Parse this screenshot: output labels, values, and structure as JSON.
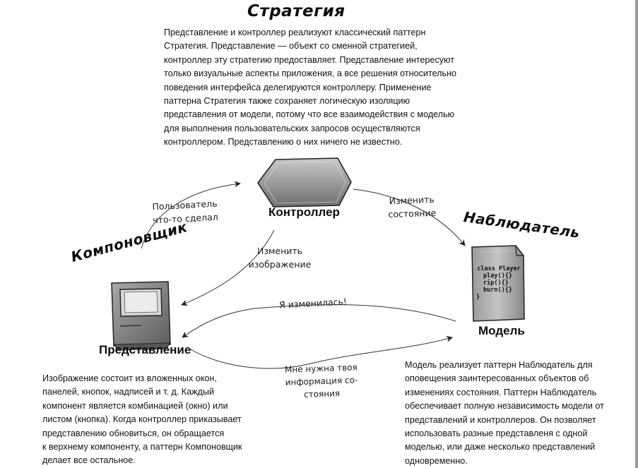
{
  "strategy": {
    "title": "Стратегия",
    "text": "Представление и контроллер реализуют классический паттерн\nСтратегия. Представление — объект со сменной стратегией,\nконтроллер эту стратегию предоставляет. Представление интересуют\nтолько визуальные аспекты приложения, а все решения относительно\nповедения интерфейса делегируются контроллеру. Применение\nпаттерна Стратегия также сохраняет логическую изоляцию\nпредставления от модели, потому что все взаимодействия с моделью\nдля выполнения пользовательских запросов осуществляются\nконтроллером. Представлению о них ничего не известно."
  },
  "composite": {
    "title": "Компоновщик",
    "text": "Изображение состоит из вложенных окон,\nпанелей, кнопок, надписей и т. д. Каждый\nкомпонент является комбинацией (окно) или\nлистом (кнопка). Когда контроллер приказывает\nпредставлению обновиться, он обращается\nк верхнему компоненту, а паттерн Компоновщик\nделает все остальное."
  },
  "observer": {
    "title": "Наблюдатель",
    "text": "Модель реализует паттерн Наблюдатель для\nоповещения заинтересованных объектов об\nизменениях состояния. Паттерн Наблюдатель\nобеспечивает полную независимость модели от\nпредставлений и контроллеров. Он позволяет\nиспользовать разные представленя с одной\nмоделью, или даже несколько представлений\nодновременно."
  },
  "nodes": {
    "controller": "Контроллер",
    "view": "Представление",
    "model": "Модель"
  },
  "code": {
    "line1": "class Player",
    "line2": "play(){}",
    "line3": "rip(){}",
    "line4": "burn(){}",
    "brace": "}"
  },
  "arrows": {
    "user_did": "Пользователь\nчто-то сделал",
    "change_state": "Изменить\nсостояние",
    "change_view": "Изменить\nизображение",
    "i_changed": "Я изменилась!",
    "need_info": "Мне нужна твоя\nинформация со-\nстояния"
  },
  "colors": {
    "ink": "#111111",
    "shape_fill": "#8d8d8d",
    "shape_light": "#cfcfcf"
  }
}
